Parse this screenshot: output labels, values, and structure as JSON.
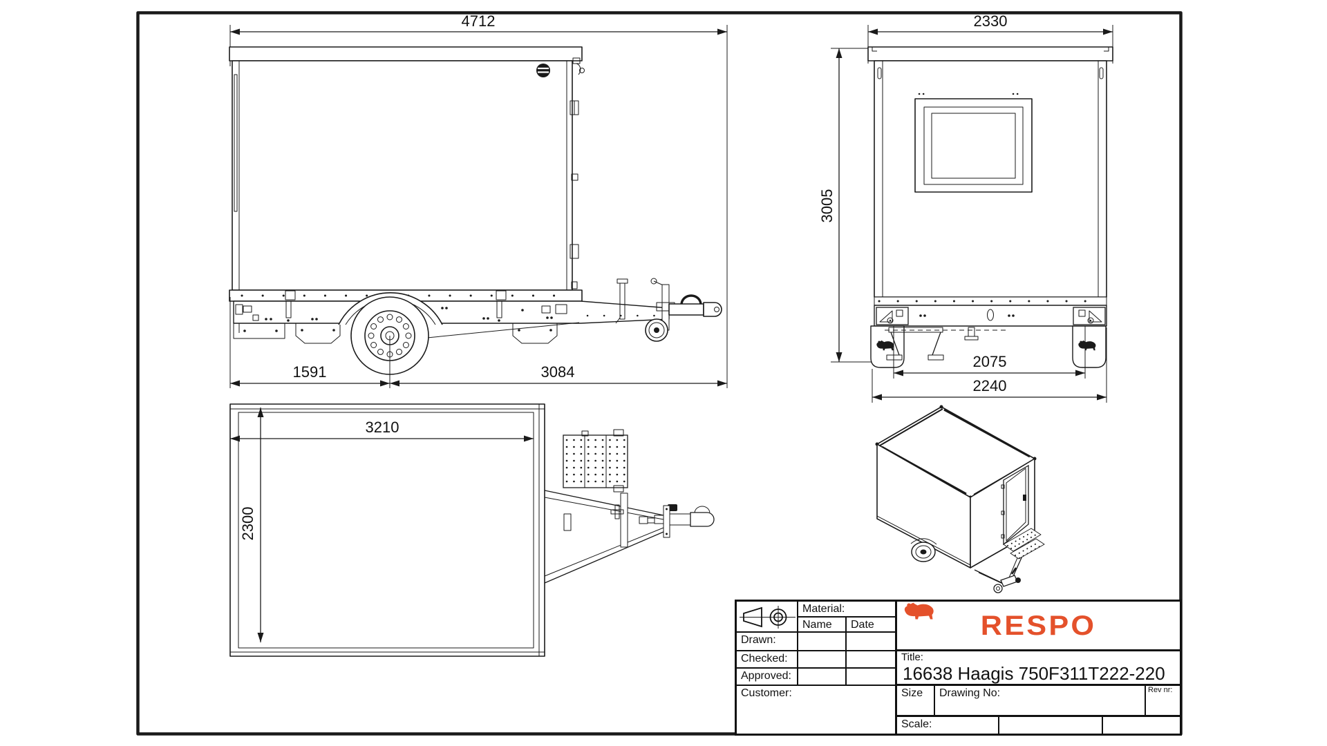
{
  "title_block": {
    "material_label": "Material:",
    "name_label": "Name",
    "date_label": "Date",
    "drawn_label": "Drawn:",
    "checked_label": "Checked:",
    "approved_label": "Approved:",
    "customer_label": "Customer:",
    "title_label": "Title:",
    "title_value": "16638 Haagis 750F311T222-220",
    "size_label": "Size",
    "drawing_no_label": "Drawing No:",
    "rev_label": "Rev nr:",
    "scale_label": "Scale:",
    "logo_text": "RESPO",
    "logo_color": "#E4512B"
  },
  "dimensions": {
    "side_view": {
      "overall_length": "4712",
      "axle_to_rear": "1591",
      "axle_to_coupling": "3084"
    },
    "rear_view": {
      "roof_width": "2330",
      "overall_height": "3005",
      "inner_width": "2075",
      "overall_width": "2240"
    },
    "top_view": {
      "bed_length": "3210",
      "bed_width": "2300"
    }
  }
}
